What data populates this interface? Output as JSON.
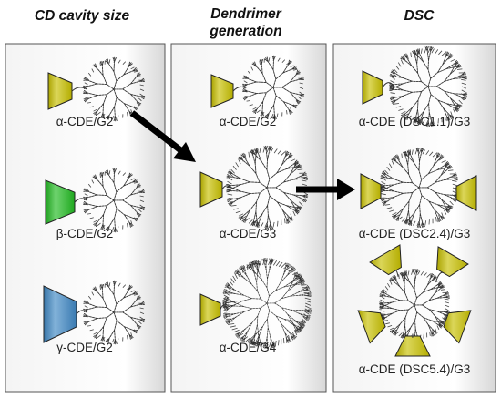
{
  "headers": {
    "cd_cavity_size": "CD cavity size",
    "dendrimer_generation": "Dendrimer generation",
    "dsc": "DSC"
  },
  "captions": {
    "a_cde_g2_left": "α-CDE/G2",
    "b_cde_g2": "β-CDE/G2",
    "g_cde_g2": "γ-CDE/G2",
    "a_cde_g2_mid": "α-CDE/G2",
    "a_cde_g3_mid": "α-CDE/G3",
    "a_cde_g4": "α-CDE/G4",
    "a_cde_dsc11": "α-CDE (DSC1.1)/G3",
    "a_cde_dsc24": "α-CDE (DSC2.4)/G3",
    "a_cde_dsc54": "α-CDE (DSC5.4)/G3"
  },
  "colors": {
    "alpha_cd": "#c8c000",
    "beta_cd": "#22bb22",
    "gamma_cd": "#3f88c5",
    "panel_border": "#555555",
    "arrow": "#000000"
  }
}
